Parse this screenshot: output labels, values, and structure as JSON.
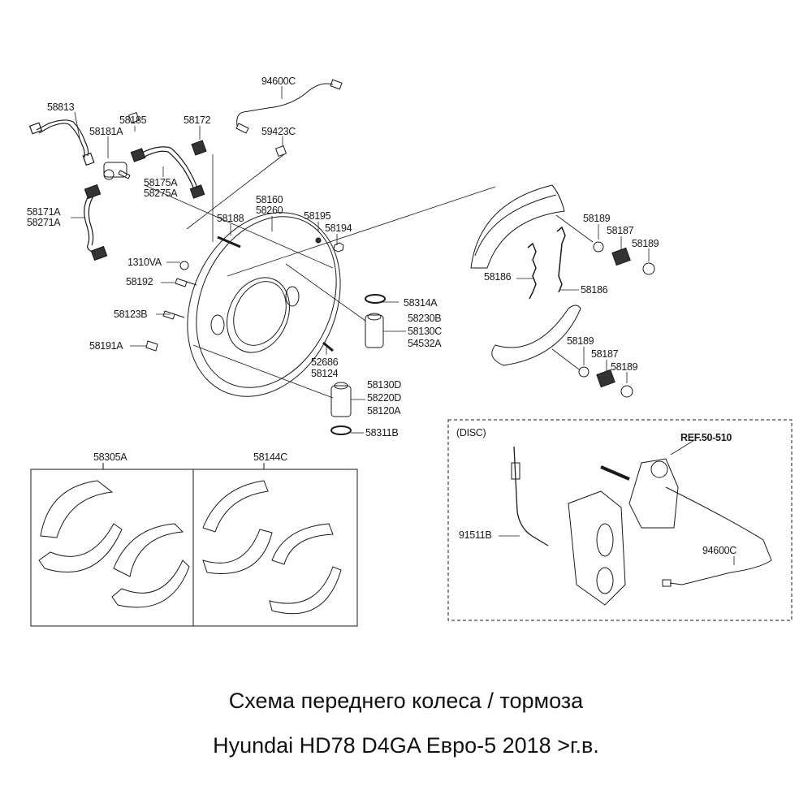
{
  "title": {
    "line1": "Схема переднего колеса / тормоза",
    "line2": "Hyundai HD78 D4GA Евро-5 2018 >г.в."
  },
  "parts": {
    "p94600c_top": "94600C",
    "p58813": "58813",
    "p58185": "58185",
    "p58181a": "58181A",
    "p58172": "58172",
    "p59423c": "59423C",
    "p58175a": "58175A",
    "p58275a": "58275A",
    "p58171a": "58171A",
    "p58271a": "58271A",
    "p58160": "58160",
    "p58260": "58260",
    "p58188": "58188",
    "p58195": "58195",
    "p58194": "58194",
    "p58189_a": "58189",
    "p58187_a": "58187",
    "p58189_b": "58189",
    "p1310va": "1310VA",
    "p58186_a": "58186",
    "p58192": "58192",
    "p58186_b": "58186",
    "p58314a": "58314A",
    "p58230b": "58230B",
    "p58130c": "58130C",
    "p54532a": "54532A",
    "p58123b": "58123B",
    "p58191a": "58191A",
    "p58189_c": "58189",
    "p52686": "52686",
    "p58124": "58124",
    "p58187_b": "58187",
    "p58189_d": "58189",
    "p58130d": "58130D",
    "p58220d": "58220D",
    "p58120a": "58120A",
    "p58311b": "58311B",
    "p58305a": "58305A",
    "p58144c": "58144C"
  },
  "disc": {
    "label": "(DISC)",
    "ref": "REF.50-510",
    "p91511b": "91511B",
    "p94600c": "94600C"
  }
}
